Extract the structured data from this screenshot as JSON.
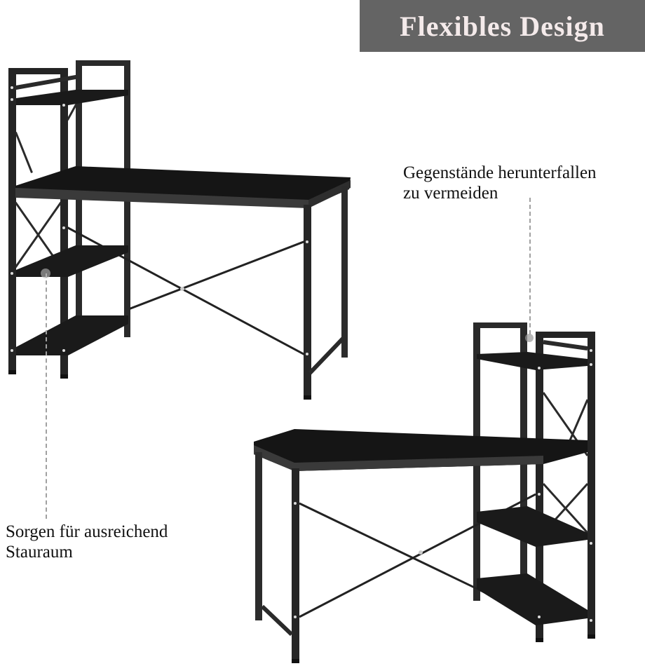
{
  "banner": {
    "title": "Flexibles Design",
    "background": "#646464",
    "text_color": "#f4eaea"
  },
  "callouts": {
    "top_right": {
      "line1": "Gegenstände herunterfallen",
      "line2": "zu vermeiden"
    },
    "bottom_left": {
      "line1": "Sorgen für ausreichend",
      "line2": "Stauraum"
    }
  },
  "product": {
    "images": [
      {
        "label": "desk-shelf-left-configuration"
      },
      {
        "label": "desk-shelf-right-configuration"
      }
    ],
    "frame_color": "#1e1e1e",
    "surface_color": "#141414"
  }
}
